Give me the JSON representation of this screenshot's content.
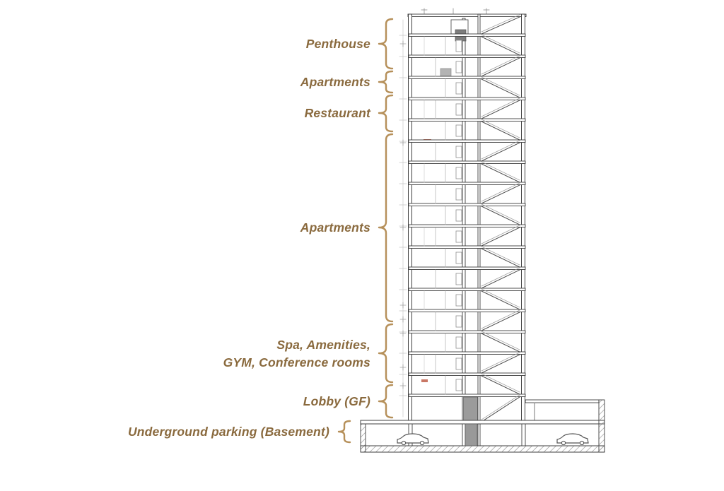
{
  "diagram": {
    "type": "building-section-program-diagram",
    "zone_count": 7
  },
  "colors": {
    "background": "#ffffff",
    "label_text": "#8a6a3e",
    "brace": "#b6905a",
    "drawing_dark": "#3f3f3f",
    "drawing_light": "#9a9a9a"
  },
  "zones": [
    {
      "name": "penthouse",
      "label": "Penthouse"
    },
    {
      "name": "apartments-upper",
      "label": "Apartments"
    },
    {
      "name": "restaurant",
      "label": "Restaurant"
    },
    {
      "name": "apartments-main",
      "label": "Apartments"
    },
    {
      "name": "spa-amenities",
      "label_line1": "Spa, Amenities,",
      "label_line2": "GYM, Conference rooms"
    },
    {
      "name": "lobby",
      "label": "Lobby (GF)"
    },
    {
      "name": "underground-parking",
      "label": "Underground parking (Basement)"
    }
  ]
}
